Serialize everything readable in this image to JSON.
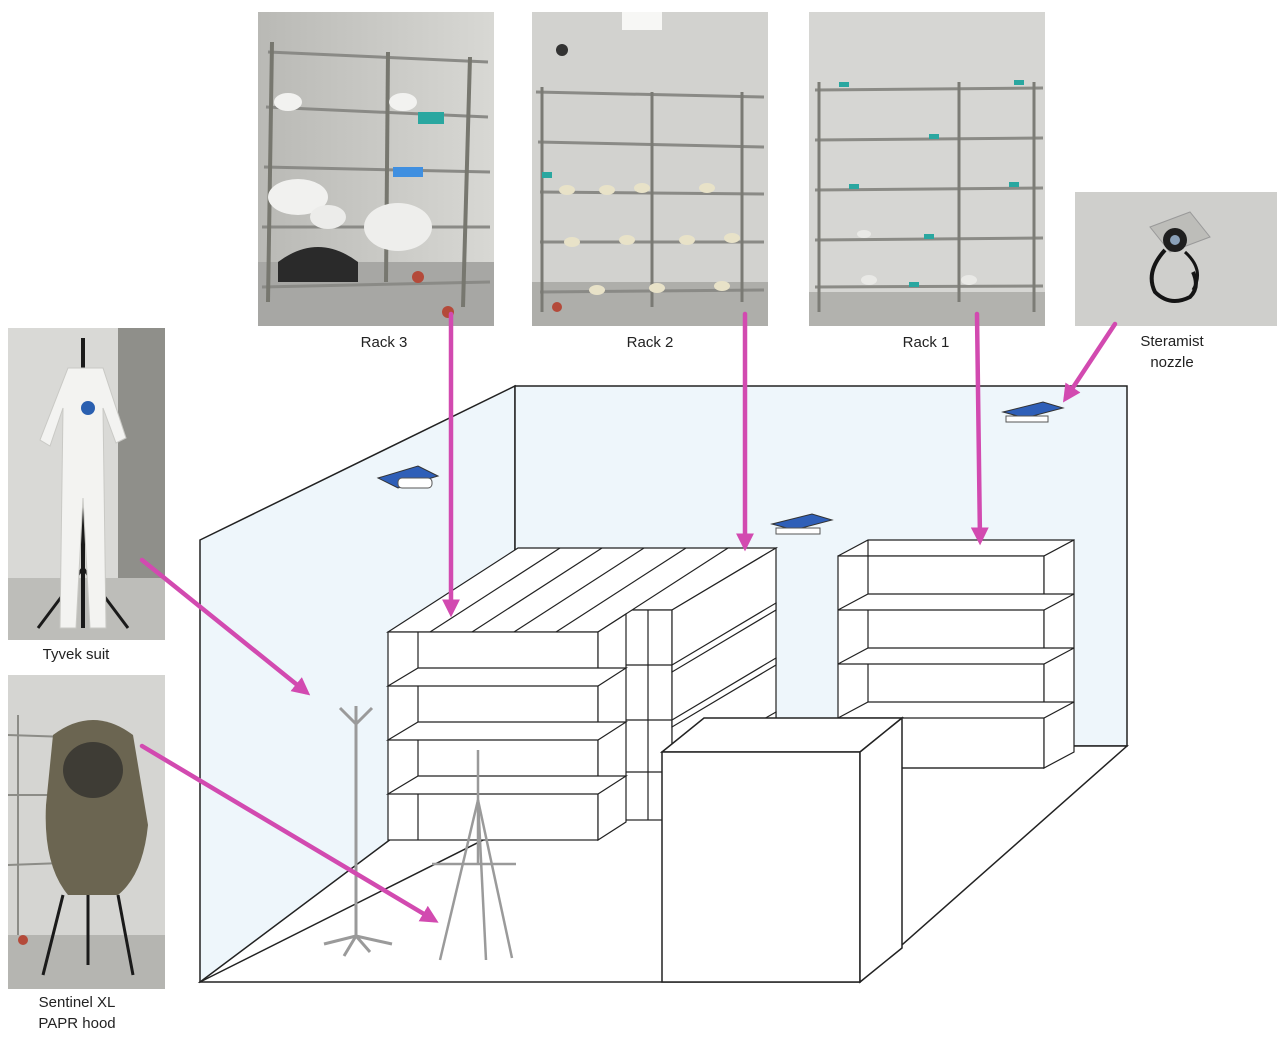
{
  "labels": {
    "rack3": "Rack 3",
    "rack2": "Rack 2",
    "rack1": "Rack 1",
    "nozzle_line1": "Steramist",
    "nozzle_line2": "nozzle",
    "tyvek": "Tyvek suit",
    "papr_line1": "Sentinel XL",
    "papr_line2": "PAPR hood"
  },
  "colors": {
    "arrow": "#d24ab0",
    "room_wall": "#eef6fb",
    "line": "#222222",
    "nozzle_blue": "#2f5fb8",
    "stand_gray": "#9a9a9a"
  }
}
